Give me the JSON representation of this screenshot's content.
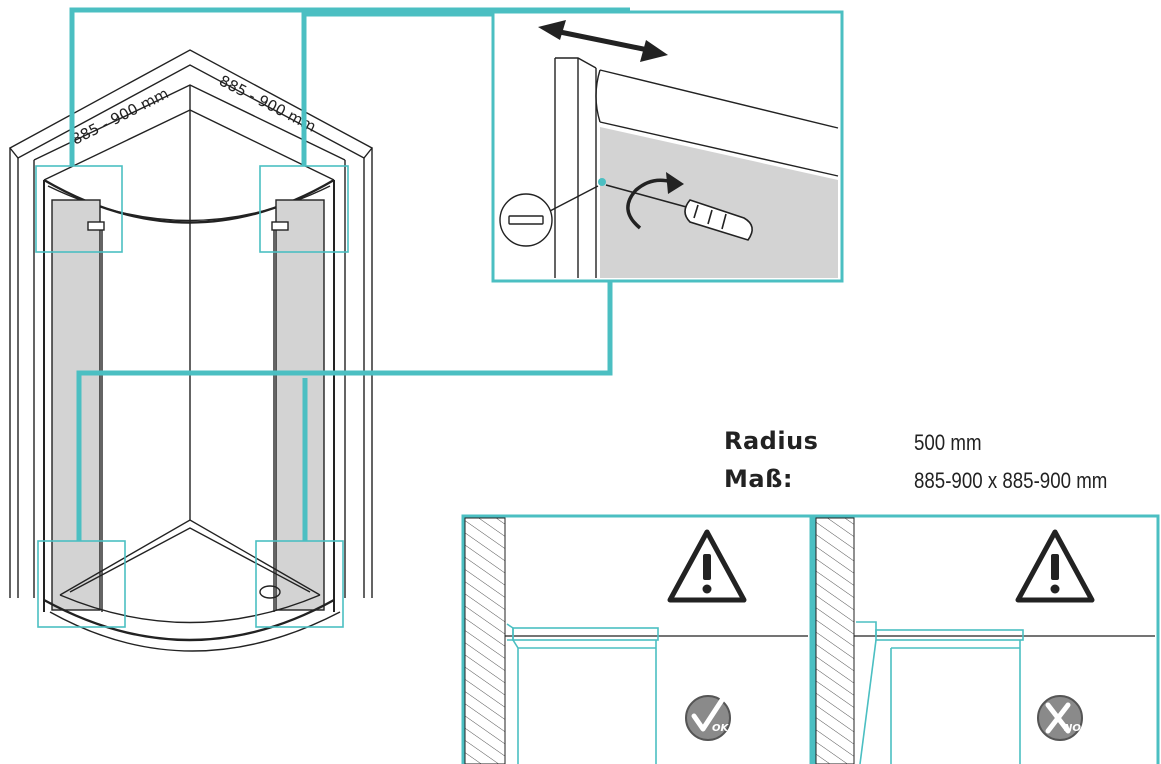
{
  "dimensions": {
    "left": "885 - 900 mm",
    "right": "885 - 900 mm"
  },
  "specs": {
    "radius_label": "Radius",
    "radius_value": "500 mm",
    "size_label": "Maß:",
    "size_value": "885-900 x 885-900 mm"
  },
  "badges": {
    "ok": "OK",
    "no": "NO"
  },
  "colors": {
    "accent": "#4BBFC2",
    "line": "#222222",
    "glass": "#D3D3D3",
    "badge": "#8A8A8A"
  }
}
